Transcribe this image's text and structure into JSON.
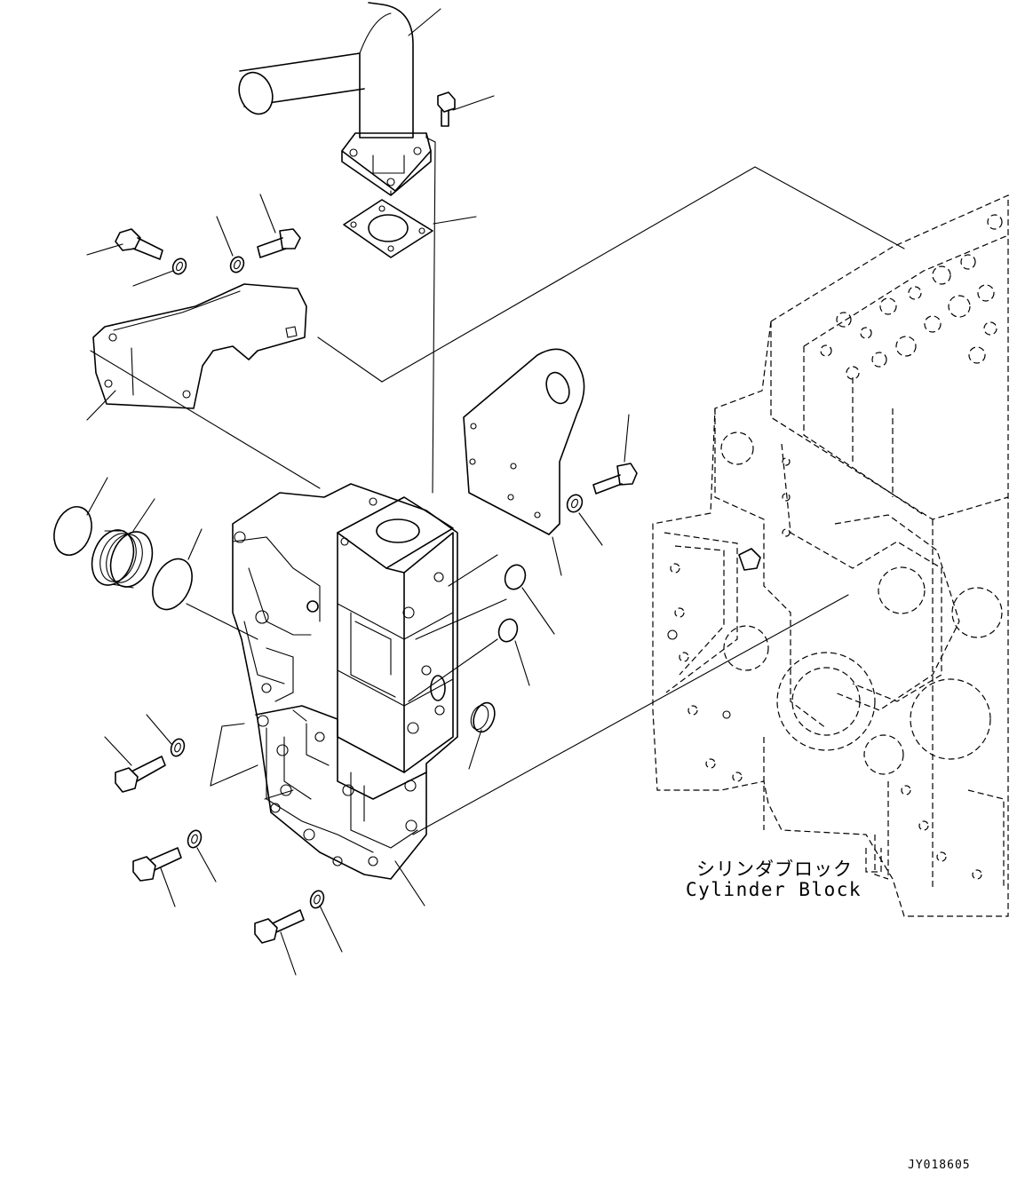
{
  "diagram": {
    "labels": {
      "block_jp": "シリンダブロック",
      "block_en": "Cylinder Block",
      "figure_code": "JY018605"
    },
    "icons": {
      "pipe": "elbow-pipe-icon",
      "bolt": "flange-bolt-icon",
      "washer": "washer-icon",
      "gasket": "gasket-icon",
      "oring": "o-ring-icon",
      "plug": "plug-icon"
    },
    "stroke_color": "#000000",
    "background_color": "#ffffff"
  }
}
